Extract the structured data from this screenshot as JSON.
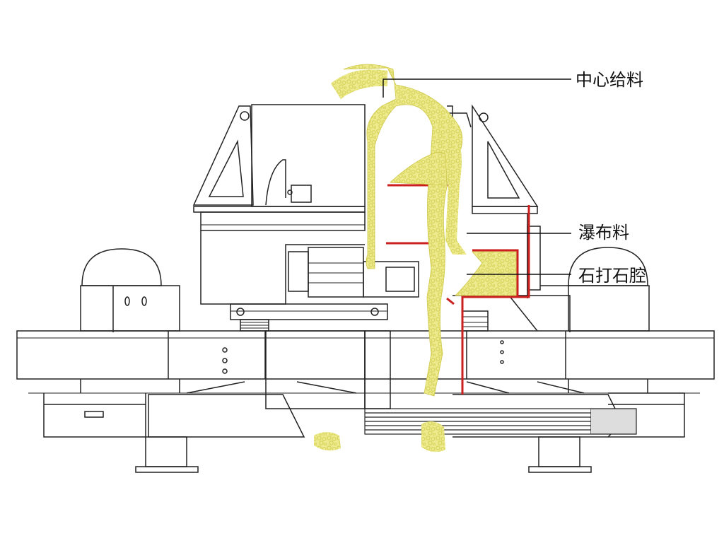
{
  "labels": {
    "center_feed": "中心给料",
    "cascade_feed": "瀑布料",
    "rock_chamber": "石打石腔"
  },
  "colors": {
    "line": "#222222",
    "material": "#e5e070",
    "material_edge": "#cfc84a",
    "chamber": "#cc1f1f",
    "background": "#ffffff"
  }
}
